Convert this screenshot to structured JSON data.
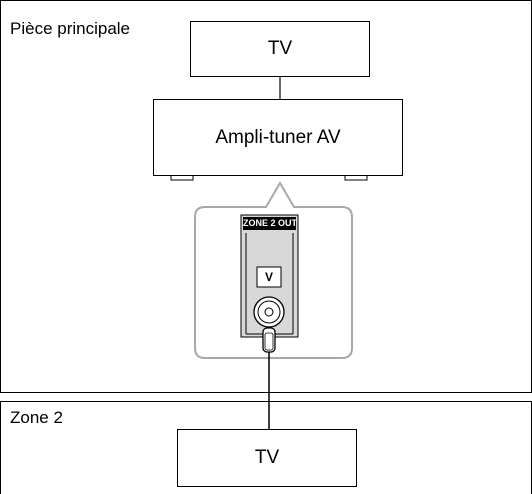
{
  "rooms": {
    "main": {
      "label": "Pièce principale"
    },
    "zone2": {
      "label": "Zone 2"
    }
  },
  "devices": {
    "tv_main": "TV",
    "receiver": "Ampli-tuner AV",
    "tv_zone2": "TV"
  },
  "panel": {
    "terminal_label": "ZONE 2 OUT",
    "jack_label": "V"
  },
  "colors": {
    "line": "#000000",
    "callout_border": "#a8a8a8",
    "panel_bg": "#d8d8d8",
    "jack_label_bg": "#ffffff"
  }
}
